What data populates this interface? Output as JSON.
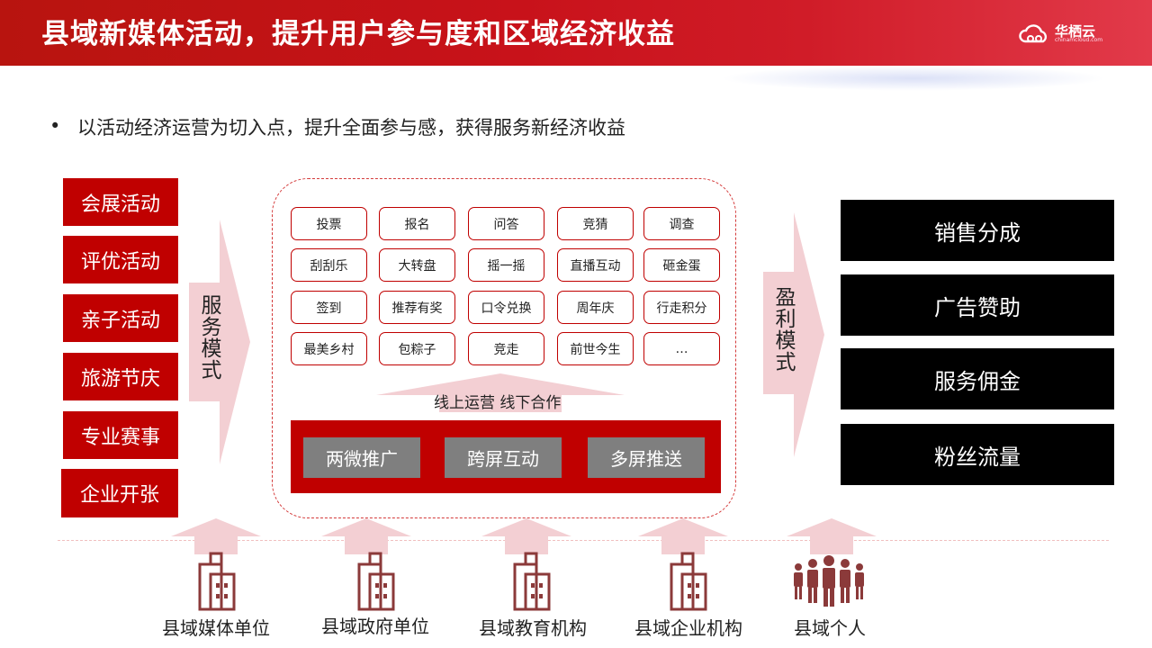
{
  "header": {
    "title": "县域新媒体活动，提升用户参与度和区域经济收益",
    "logo_text": "华栖云",
    "logo_sub": "chinamcloud.com"
  },
  "subtitle": {
    "bullet": "•",
    "text": "以活动经济运营为切入点，提升全面参与感，获得服务新经济收益"
  },
  "activities": [
    "会展活动",
    "评优活动",
    "亲子活动",
    "旅游节庆",
    "专业赛事",
    "企业开张"
  ],
  "service_model_label": "服务模式",
  "profit_model_label": "盈利模式",
  "features": [
    [
      "投票",
      "报名",
      "问答",
      "竞猜",
      "调查"
    ],
    [
      "刮刮乐",
      "大转盘",
      "摇一摇",
      "直播互动",
      "砸金蛋"
    ],
    [
      "签到",
      "推荐有奖",
      "口令兑换",
      "周年庆",
      "行走积分"
    ],
    [
      "最美乡村",
      "包粽子",
      "竞走",
      "前世今生",
      "…"
    ]
  ],
  "operation_label": "线上运营 线下合作",
  "channels": [
    "两微推广",
    "跨屏互动",
    "多屏推送"
  ],
  "revenue": [
    "销售分成",
    "广告赞助",
    "服务佣金",
    "粉丝流量"
  ],
  "entities": [
    {
      "label": "县域媒体单位",
      "icon": "building-icon"
    },
    {
      "label": "县域政府单位",
      "icon": "building-icon"
    },
    {
      "label": "县域教育机构",
      "icon": "building-icon"
    },
    {
      "label": "县域企业机构",
      "icon": "building-icon"
    },
    {
      "label": "县域个人",
      "icon": "people-group-icon"
    }
  ],
  "colors": {
    "brand_red": "#c00000",
    "arrow_pink": "#f3cfd3",
    "channel_gray": "#7f7f7f",
    "revenue_black": "#000000",
    "icon_brown": "#8b3a3a"
  }
}
